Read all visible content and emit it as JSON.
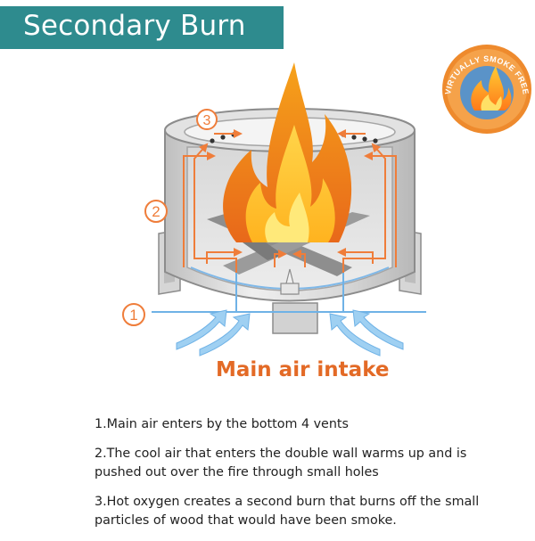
{
  "banner": {
    "title": "Secondary Burn",
    "color": "#2e8b8e"
  },
  "badge": {
    "text": "VIRTUALLY SMOKE FREE",
    "ring_color": "#ee8a2d",
    "inner_color": "#5a93c8"
  },
  "markers": {
    "one": "1",
    "two": "2",
    "three": "3"
  },
  "intake_label": "Main air intake",
  "notes": {
    "step1": "1.Main air enters by the bottom 4 vents",
    "step2": "2.The cool air that enters the double wall warms up and is pushed out over the fire through small holes",
    "step3": "3.Hot oxygen creates a second burn that burns off the small particles of wood that would have been smoke."
  },
  "colors": {
    "arrow": "#ef7d3a",
    "air": "#6fb2e6",
    "accent": "#e36a26"
  }
}
